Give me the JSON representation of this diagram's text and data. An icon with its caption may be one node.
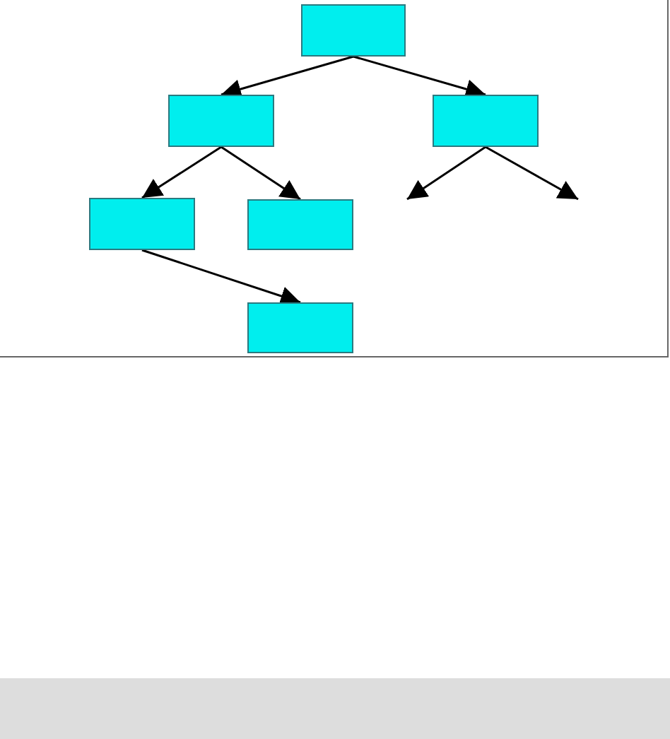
{
  "diagram": {
    "nodes": [
      {
        "text": [],
        "shape": "box"
      },
      {
        "text": [],
        "shape": "box"
      },
      {
        "text": [],
        "shape": "box"
      },
      {
        "text": [],
        "shape": "box"
      },
      {
        "text": [],
        "shape": "box"
      },
      {
        "text": [],
        "shape": "box"
      }
    ],
    "edges": [
      {
        "from": 0,
        "to": 1,
        "arrow": "to"
      },
      {
        "from": 0,
        "to": 2,
        "arrow": "to"
      },
      {
        "from": 1,
        "to": 3,
        "arrow": "to"
      },
      {
        "from": 1,
        "to": 4,
        "arrow": "to"
      },
      {
        "from": 2,
        "to": null,
        "arrow": "to"
      },
      {
        "from": 2,
        "to": null,
        "arrow": "to"
      },
      {
        "from": 3,
        "to": 5,
        "arrow": "to"
      }
    ]
  }
}
